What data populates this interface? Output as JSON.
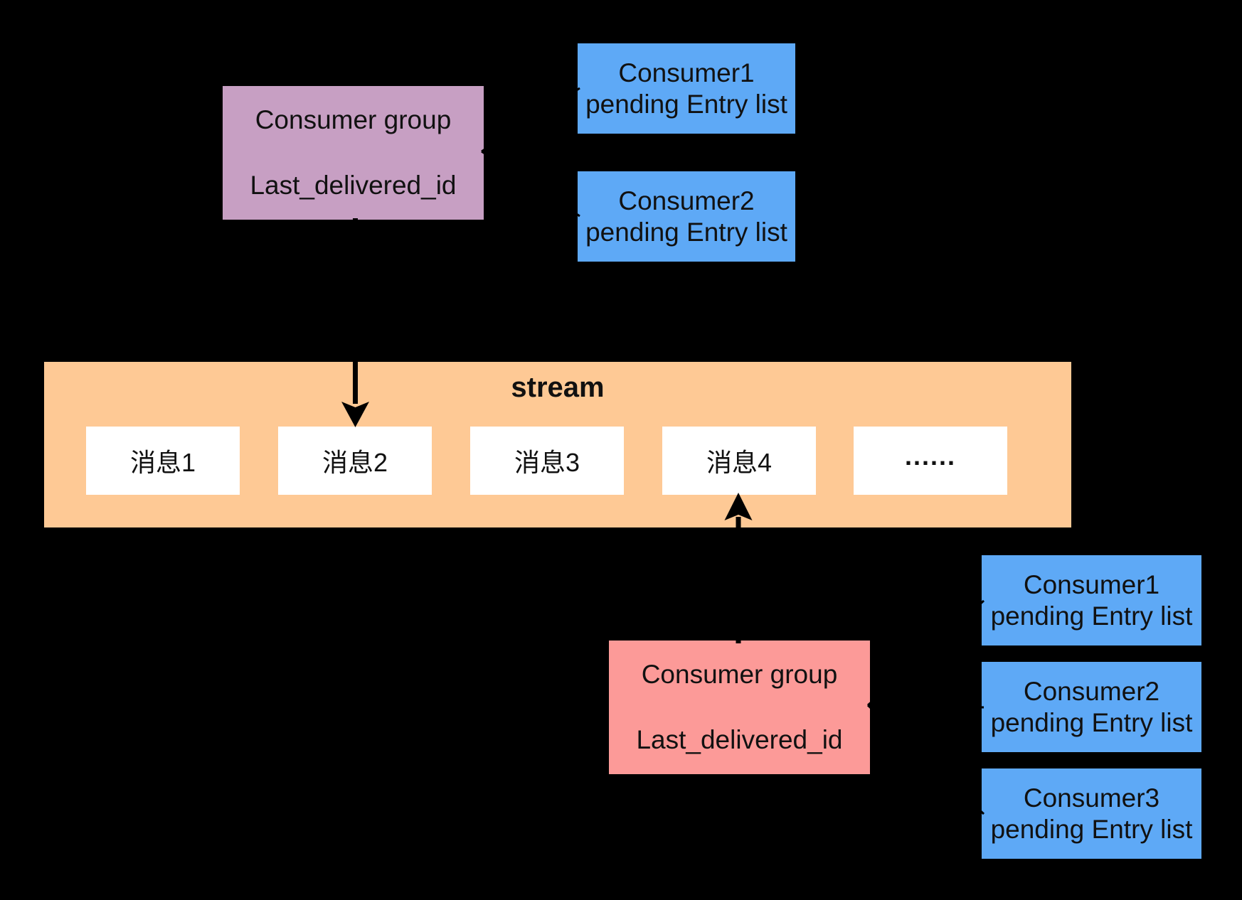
{
  "canvas": {
    "background": "#000000"
  },
  "colors": {
    "group_top_purple": "#c79fc3",
    "pending_blue": "#5ea9f6",
    "stream_orange": "#fec995",
    "group_bottom_red": "#fc9a98",
    "message_white": "#ffffff",
    "arrow_black": "#000000"
  },
  "group_top": {
    "line1": "Consumer group",
    "line2": "Last_delivered_id"
  },
  "group_bottom": {
    "line1": "Consumer group",
    "line2": "Last_delivered_id"
  },
  "pending_top": [
    {
      "line1": "Consumer1",
      "line2": "pending Entry list"
    },
    {
      "line1": "Consumer2",
      "line2": "pending Entry list"
    }
  ],
  "pending_bottom": [
    {
      "line1": "Consumer1",
      "line2": "pending Entry list"
    },
    {
      "line1": "Consumer2",
      "line2": "pending Entry list"
    },
    {
      "line1": "Consumer3",
      "line2": "pending Entry list"
    }
  ],
  "stream": {
    "title": "stream",
    "messages": [
      "消息1",
      "消息2",
      "消息3",
      "消息4",
      "......"
    ]
  }
}
